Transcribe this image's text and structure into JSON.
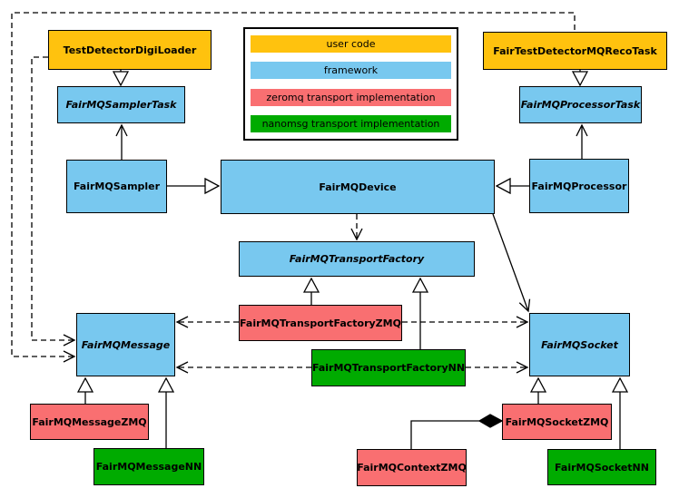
{
  "diagram": {
    "colors": {
      "user_code": "#FFC20E",
      "framework": "#78C8EF",
      "zeromq": "#F96F71",
      "nanomsg": "#00AB00"
    },
    "legend": {
      "items": [
        {
          "label": "user code",
          "color": "#FFC20E",
          "category": "user-code"
        },
        {
          "label": "framework",
          "color": "#78C8EF",
          "category": "framework"
        },
        {
          "label": "zeromq transport implementation",
          "color": "#F96F71",
          "category": "zeromq"
        },
        {
          "label": "nanomsg transport implementation",
          "color": "#00AB00",
          "category": "nanomsg"
        }
      ]
    },
    "nodes": {
      "digiLoader": {
        "label": "TestDetectorDigiLoader",
        "category": "user-code",
        "abstract": false
      },
      "recoTask": {
        "label": "FairTestDetectorMQRecoTask",
        "category": "user-code",
        "abstract": false
      },
      "samplerTask": {
        "label": "FairMQSamplerTask",
        "category": "framework",
        "abstract": true
      },
      "processorTask": {
        "label": "FairMQProcessorTask",
        "category": "framework",
        "abstract": true
      },
      "sampler": {
        "label": "FairMQSampler",
        "category": "framework",
        "abstract": false
      },
      "device": {
        "label": "FairMQDevice",
        "category": "framework",
        "abstract": false
      },
      "processor": {
        "label": "FairMQProcessor",
        "category": "framework",
        "abstract": false
      },
      "transportFactory": {
        "label": "FairMQTransportFactory",
        "category": "framework",
        "abstract": true
      },
      "transportFactoryZMQ": {
        "label": "FairMQTransportFactoryZMQ",
        "category": "zeromq",
        "abstract": false
      },
      "transportFactoryNN": {
        "label": "FairMQTransportFactoryNN",
        "category": "nanomsg",
        "abstract": false
      },
      "message": {
        "label": "FairMQMessage",
        "category": "framework",
        "abstract": true
      },
      "socket": {
        "label": "FairMQSocket",
        "category": "framework",
        "abstract": true
      },
      "messageZMQ": {
        "label": "FairMQMessageZMQ",
        "category": "zeromq",
        "abstract": false
      },
      "messageNN": {
        "label": "FairMQMessageNN",
        "category": "nanomsg",
        "abstract": false
      },
      "socketZMQ": {
        "label": "FairMQSocketZMQ",
        "category": "zeromq",
        "abstract": false
      },
      "socketNN": {
        "label": "FairMQSocketNN",
        "category": "nanomsg",
        "abstract": false
      },
      "contextZMQ": {
        "label": "FairMQContextZMQ",
        "category": "zeromq",
        "abstract": false
      }
    },
    "edges": [
      {
        "from": "TestDetectorDigiLoader",
        "to": "FairMQSamplerTask",
        "type": "inheritance",
        "style": "solid"
      },
      {
        "from": "FairTestDetectorMQRecoTask",
        "to": "FairMQProcessorTask",
        "type": "inheritance",
        "style": "solid"
      },
      {
        "from": "FairMQSampler",
        "to": "FairMQSamplerTask",
        "type": "arrow",
        "style": "solid"
      },
      {
        "from": "FairMQProcessor",
        "to": "FairMQProcessorTask",
        "type": "arrow",
        "style": "solid"
      },
      {
        "from": "FairMQSampler",
        "to": "FairMQDevice",
        "type": "inheritance",
        "style": "solid"
      },
      {
        "from": "FairMQProcessor",
        "to": "FairMQDevice",
        "type": "inheritance",
        "style": "solid"
      },
      {
        "from": "FairMQDevice",
        "to": "FairMQTransportFactory",
        "type": "arrow",
        "style": "dashed"
      },
      {
        "from": "FairMQDevice",
        "to": "FairMQSocket",
        "type": "arrow",
        "style": "solid"
      },
      {
        "from": "FairMQTransportFactoryZMQ",
        "to": "FairMQTransportFactory",
        "type": "inheritance",
        "style": "solid"
      },
      {
        "from": "FairMQTransportFactoryNN",
        "to": "FairMQTransportFactory",
        "type": "inheritance",
        "style": "solid"
      },
      {
        "from": "FairMQTransportFactoryZMQ",
        "to": "FairMQMessage",
        "type": "arrow",
        "style": "dashed"
      },
      {
        "from": "FairMQTransportFactoryZMQ",
        "to": "FairMQSocket",
        "type": "arrow",
        "style": "dashed"
      },
      {
        "from": "FairMQTransportFactoryNN",
        "to": "FairMQMessage",
        "type": "arrow",
        "style": "dashed"
      },
      {
        "from": "FairMQTransportFactoryNN",
        "to": "FairMQSocket",
        "type": "arrow",
        "style": "dashed"
      },
      {
        "from": "TestDetectorDigiLoader",
        "to": "FairMQMessage",
        "type": "arrow",
        "style": "dashed"
      },
      {
        "from": "FairTestDetectorMQRecoTask",
        "to": "FairMQMessage",
        "type": "arrow",
        "style": "dashed"
      },
      {
        "from": "FairMQMessageZMQ",
        "to": "FairMQMessage",
        "type": "inheritance",
        "style": "solid"
      },
      {
        "from": "FairMQMessageNN",
        "to": "FairMQMessage",
        "type": "inheritance",
        "style": "solid"
      },
      {
        "from": "FairMQSocketZMQ",
        "to": "FairMQSocket",
        "type": "inheritance",
        "style": "solid"
      },
      {
        "from": "FairMQSocketNN",
        "to": "FairMQSocket",
        "type": "inheritance",
        "style": "solid"
      },
      {
        "from": "FairMQContextZMQ",
        "to": "FairMQSocketZMQ",
        "type": "composition",
        "style": "solid"
      }
    ]
  }
}
